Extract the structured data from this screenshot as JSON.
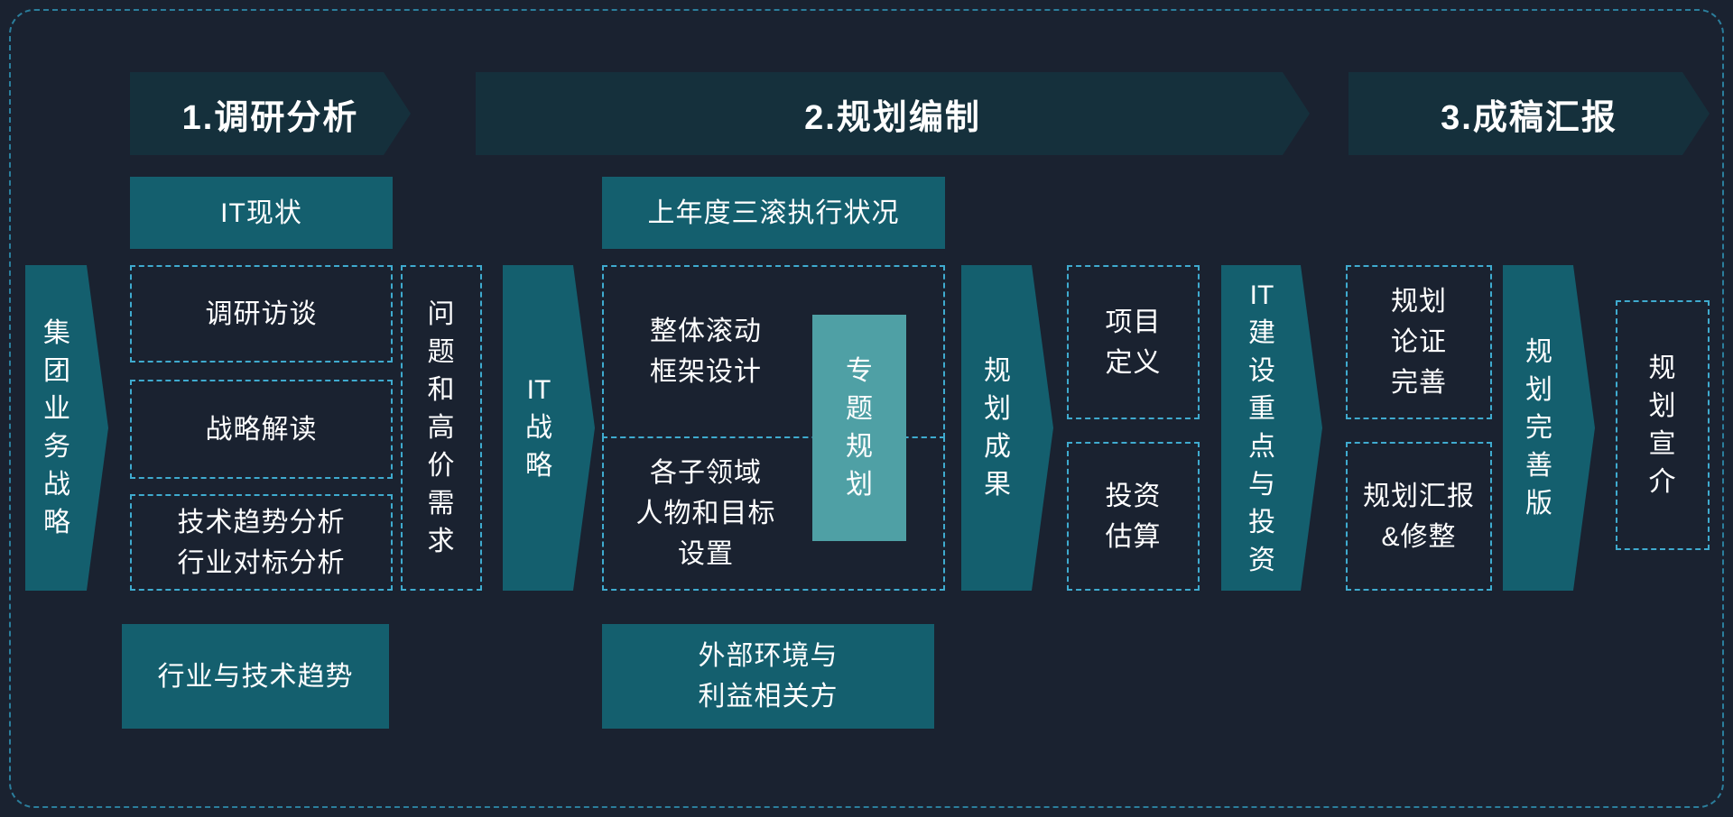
{
  "colors": {
    "background": "#1a2230",
    "header-fill": "#15303c",
    "teal": "#145f6e",
    "light-teal": "#4fa0a5",
    "dash": "#3fabcf",
    "outer-dash": "#2b7e9c",
    "text": "#ffffff"
  },
  "phases": [
    {
      "label": "1.调研分析"
    },
    {
      "label": "2.规划编制"
    },
    {
      "label": "3.成稿汇报"
    }
  ],
  "input_arrow": {
    "label": "集团业务战略"
  },
  "phase1": {
    "current_state_box": "IT现状",
    "activities": [
      "调研访谈",
      "战略解读",
      "技术趋势分析\n行业对标分析"
    ],
    "bottom_box": "行业与技术趋势",
    "output_box": "问题和高价需求",
    "arrow": "IT战略"
  },
  "phase2": {
    "top_box": "上年度三滚执行状况",
    "activities": [
      "整体滚动\n框架设计",
      "各子领域\n人物和目标\n设置"
    ],
    "overlay_box": "专题规划",
    "bottom_box": "外部环境与\n利益相关方",
    "results_arrow": "规划成果",
    "outputs": [
      "项目\n定义",
      "投资\n估算"
    ],
    "investment_arrow": "IT建设重点与投资"
  },
  "phase3": {
    "activities": [
      "规划\n论证\n完善",
      "规划汇报\n&修整"
    ],
    "arrow": "规划完善版",
    "final_box": "规划宣介"
  }
}
